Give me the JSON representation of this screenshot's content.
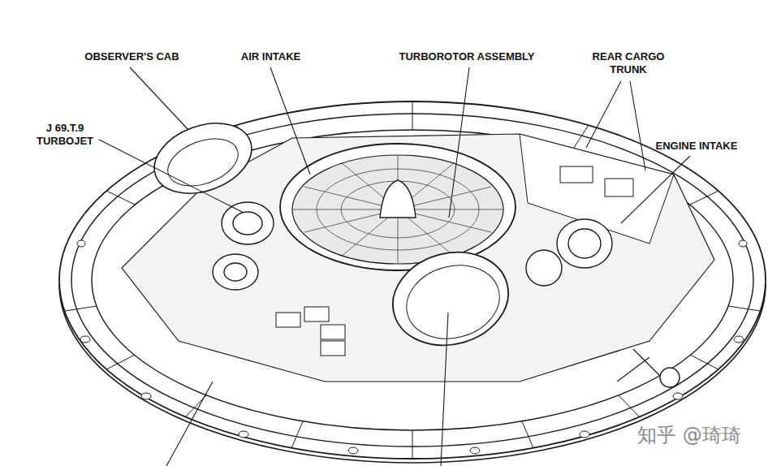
{
  "diagram": {
    "labels": [
      "OBSERVER'S CAB",
      "AIR INTAKE",
      "TURBOROTOR ASSEMBLY",
      "REAR CARGO TRUNK",
      "J 69.T.9 TURBOJET",
      "ENGINE INTAKE",
      "知乎 @琦琦"
    ]
  }
}
